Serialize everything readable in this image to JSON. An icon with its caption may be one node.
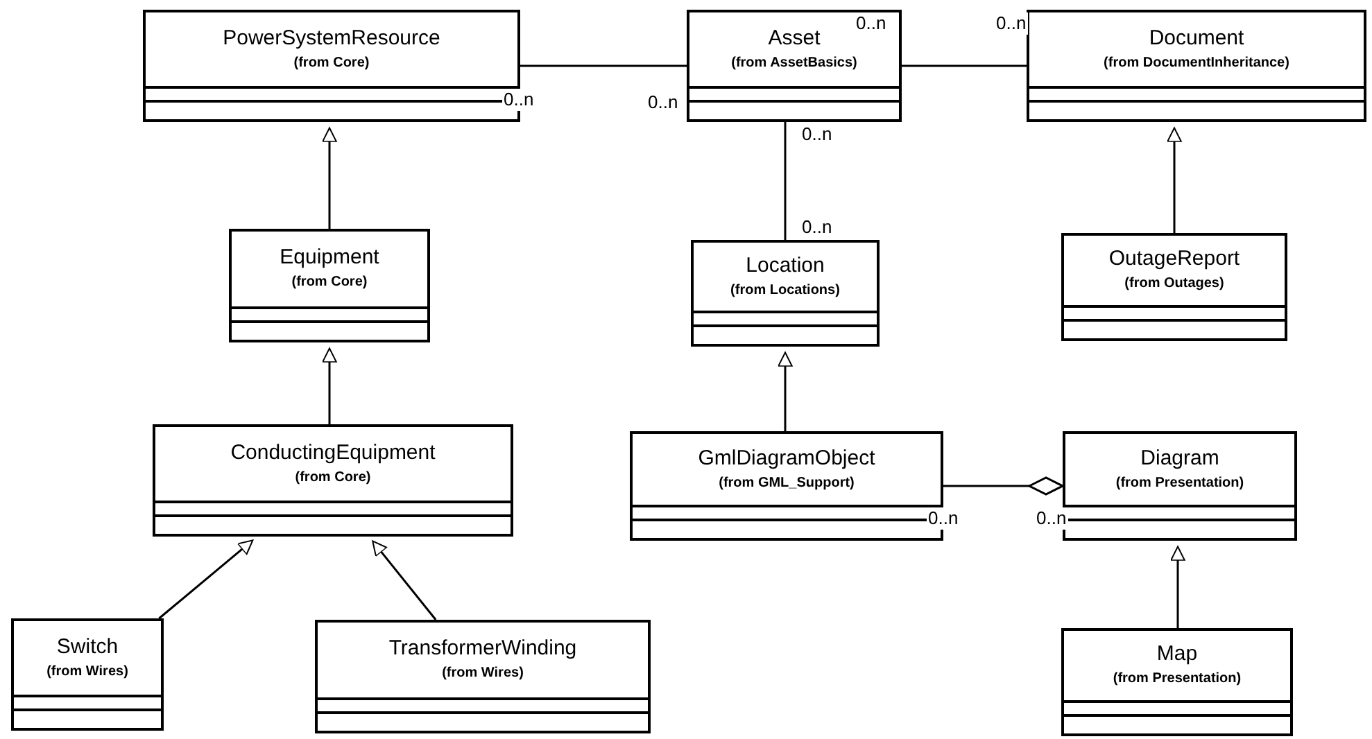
{
  "diagram": {
    "nodes": [
      {
        "text": [
          "PowerSystemResource",
          "(from Core)"
        ]
      },
      {
        "text": [
          "Asset",
          "(from AssetBasics)"
        ]
      },
      {
        "text": [
          "Document",
          "(from DocumentInheritance)"
        ]
      },
      {
        "text": [
          "Equipment",
          "(from Core)"
        ]
      },
      {
        "text": [
          "Location",
          "(from Locations)"
        ]
      },
      {
        "text": [
          "OutageReport",
          "(from Outages)"
        ]
      },
      {
        "text": [
          "ConductingEquipment",
          "(from Core)"
        ]
      },
      {
        "text": [
          "GmlDiagramObject",
          "(from GML_Support)"
        ]
      },
      {
        "text": [
          "Diagram",
          "(from Presentation)"
        ]
      },
      {
        "text": [
          "Switch",
          "(from Wires)"
        ]
      },
      {
        "text": [
          "TransformerWinding",
          "(from Wires)"
        ]
      },
      {
        "text": [
          "Map",
          "(from Presentation)"
        ]
      }
    ],
    "edges": [
      {
        "from": 0,
        "to": 1,
        "arrow": "none"
      },
      {
        "from": 1,
        "to": 2,
        "arrow": "none"
      },
      {
        "from": 1,
        "to": 4,
        "arrow": "none"
      },
      {
        "from": 3,
        "to": 0,
        "arrow": "to"
      },
      {
        "from": 5,
        "to": 2,
        "arrow": "to"
      },
      {
        "from": 6,
        "to": 3,
        "arrow": "to"
      },
      {
        "from": 7,
        "to": 4,
        "arrow": "to"
      },
      {
        "from": 7,
        "to": 8,
        "arrow": "other"
      },
      {
        "from": 9,
        "to": 6,
        "arrow": "to"
      },
      {
        "from": 10,
        "to": 6,
        "arrow": "to"
      },
      {
        "from": 11,
        "to": 8,
        "arrow": "to"
      }
    ],
    "labels": [
      "0..n",
      "0..n",
      "0..n",
      "0..n",
      "0..n",
      "0..n",
      "0..n",
      "0..n"
    ]
  }
}
